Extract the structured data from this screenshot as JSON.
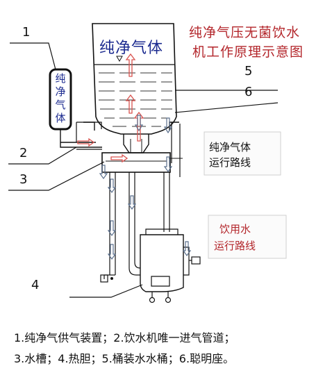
{
  "title": {
    "line1": "纯净气压无菌饮水",
    "line2": "机工作原理示意图"
  },
  "bottle_label": "纯净气体",
  "device_label": [
    "纯",
    "净",
    "气",
    "体"
  ],
  "legend_air": {
    "line1": "纯净气体",
    "line2": "运行路线"
  },
  "legend_water": {
    "line1": "饮用水",
    "line2": "运行路线"
  },
  "callouts": [
    "1",
    "2",
    "3",
    "4",
    "5",
    "6"
  ],
  "caption": {
    "line1": "1.纯净气供气装置；2.饮水机唯一进气管道；",
    "line2": "3.水槽；4.热胆；5.桶装水水桶；6.聪明座。"
  },
  "colors": {
    "title": "#b3262b",
    "label_text": "#1b2a8f",
    "air_arrow": "#d9534f",
    "water_arrow": "#5a6f8c",
    "line": "#111111"
  }
}
